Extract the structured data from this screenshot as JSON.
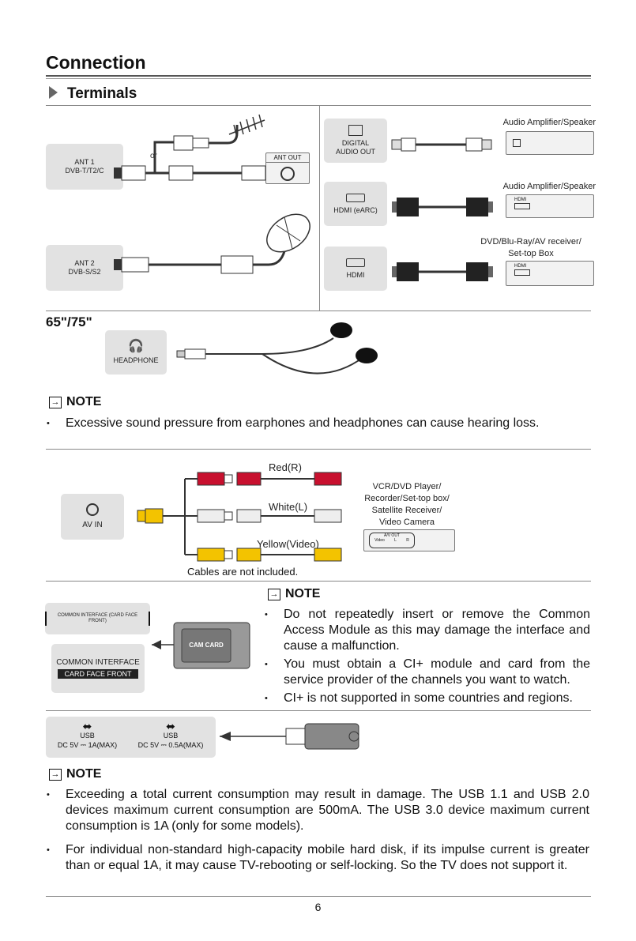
{
  "page": {
    "title": "Connection",
    "subtitle": "Terminals",
    "page_number": "6"
  },
  "terminals": {
    "ant1": "ANT 1\nDVB-T/T2/C",
    "ant2": "ANT 2\nDVB-S/S2",
    "or": "or",
    "ant_out": "ANT OUT",
    "digital_audio_out": "DIGITAL\nAUDIO OUT",
    "hdmi_earc": "HDMI (eARC)",
    "hdmi": "HDMI",
    "hdmi_port_label": "HDMI",
    "audio_amp_1": "Audio Amplifier/Speaker",
    "audio_amp_2": "Audio Amplifier/Speaker",
    "dvd_receiver": "DVD/Blu-Ray/AV receiver/\nSet-top Box"
  },
  "headphone": {
    "model_label": "65\"/75\"",
    "port_label": "HEADPHONE"
  },
  "note1": {
    "heading": "NOTE",
    "items": [
      "Excessive sound pressure from earphones and headphones can cause hearing loss."
    ]
  },
  "av": {
    "port_label": "AV IN",
    "red": "Red(R)",
    "white": "White(L)",
    "yellow": "Yellow(Video)",
    "device": "VCR/DVD Player/\nRecorder/Set-top box/\nSatellite Receiver/\nVideo Camera",
    "av_out": "A/V OUT",
    "video": "Video",
    "l": "L",
    "r": "R",
    "cables_note": "Cables are not included."
  },
  "ci": {
    "slot_label_small": "COMMON INTERFACE (CARD FACE FRONT)",
    "slot_label_top": "COMMON INTERFACE",
    "slot_label_bottom": "CARD FACE FRONT",
    "cam_card": "CAM CARD"
  },
  "note2": {
    "heading": "NOTE",
    "items": [
      "Do not repeatedly insert or remove the Common Access Module as this may damage the interface and cause a malfunction.",
      "You must obtain a CI+ module and card from the service provider of the channels you want to watch.",
      "CI+ is not supported in some countries and regions."
    ]
  },
  "usb": {
    "usb1_label": "USB",
    "usb1_spec": "DC 5V ⎓ 1A(MAX)",
    "usb2_label": "USB",
    "usb2_spec": "DC 5V ⎓ 0.5A(MAX)"
  },
  "note3": {
    "heading": "NOTE",
    "items": [
      "Exceeding a total current consumption may result in damage. The USB 1.1 and USB 2.0 devices maximum current consumption are 500mA. The USB 3.0 device maximum current consumption is 1A (only for some models).",
      "For individual non-standard high-capacity mobile hard disk, if its impulse current is greater than or equal 1A, it may cause TV-rebooting or self-locking. So the TV does not support it."
    ]
  },
  "colors": {
    "red_plug": "#c8102e",
    "yellow_plug": "#f3c300",
    "panel_gray": "#e2e2e2"
  }
}
